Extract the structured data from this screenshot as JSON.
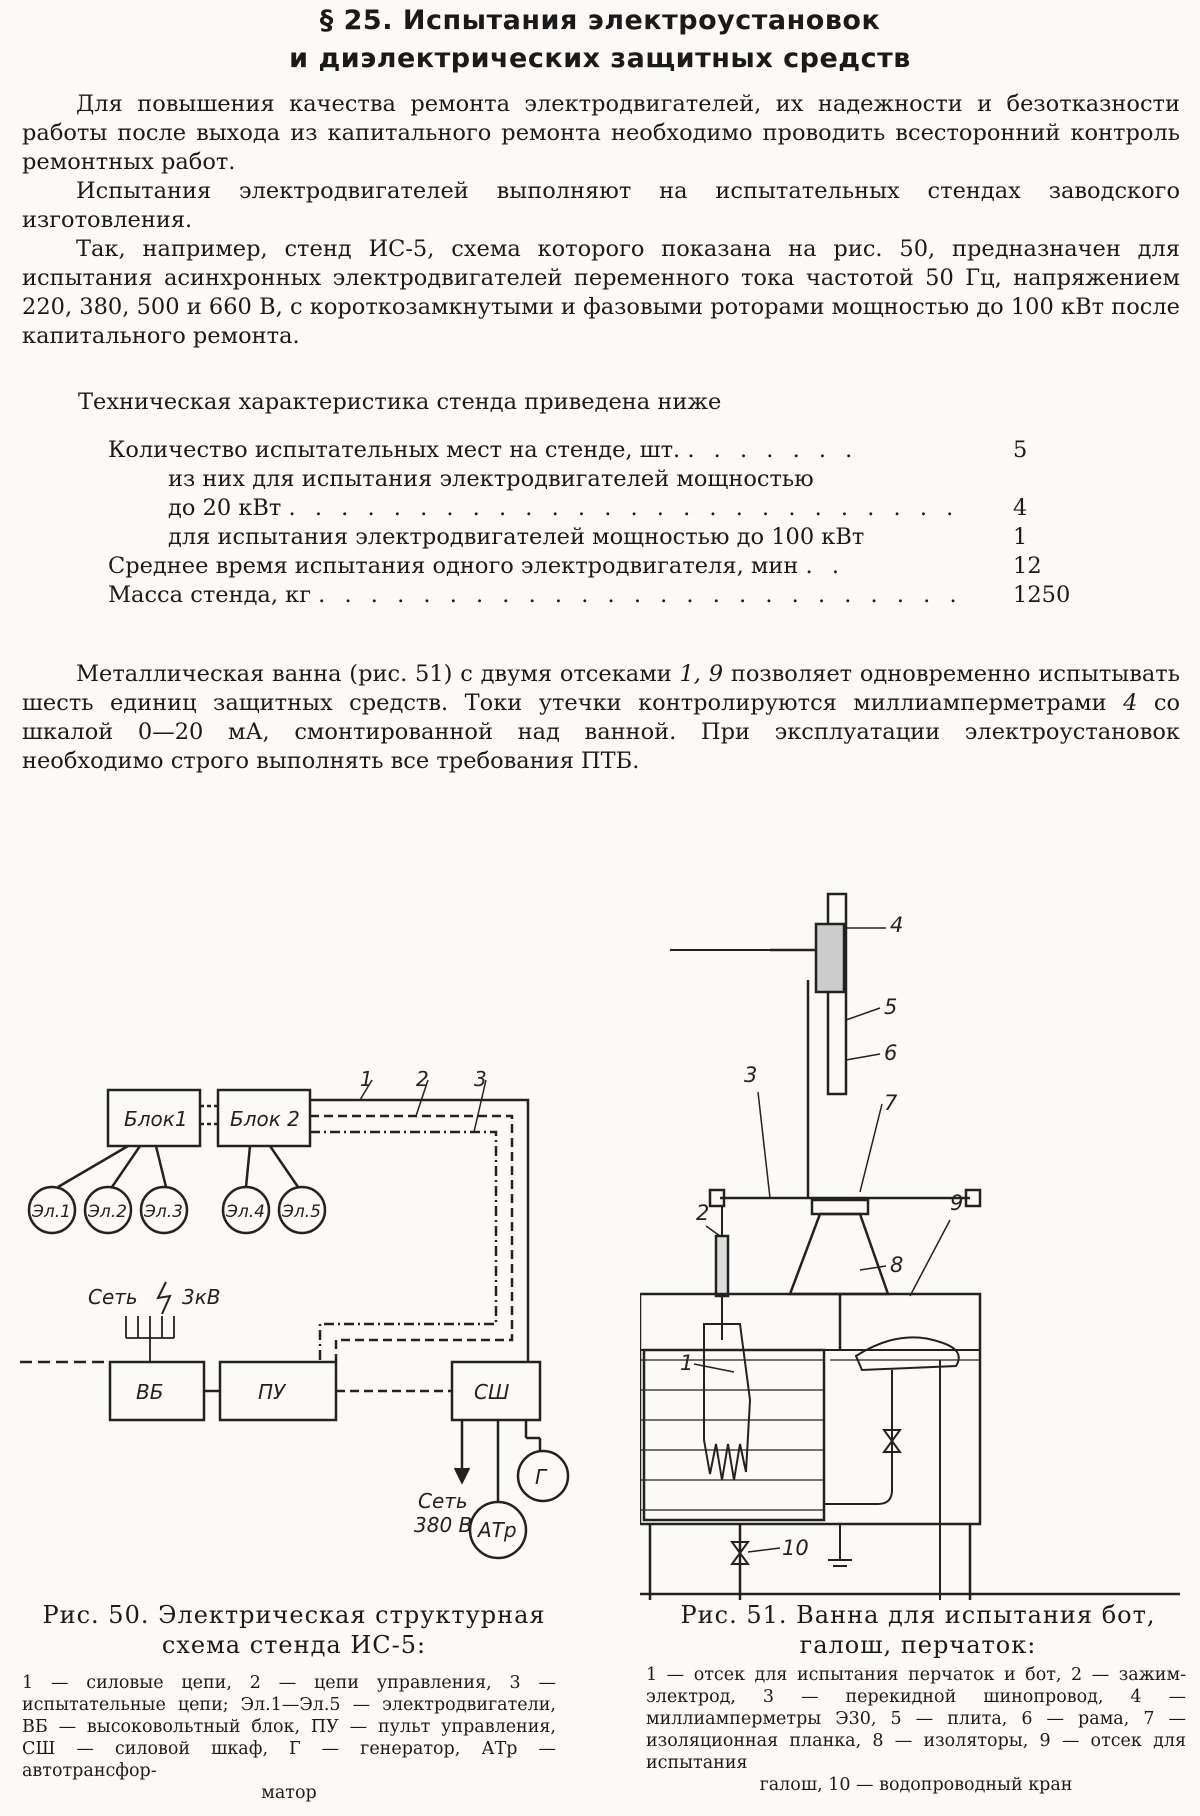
{
  "heading": {
    "line1": "§ 25. Испытания электроустановок",
    "line2": "и диэлектрических защитных средств"
  },
  "paragraphs": {
    "p1": "Для повышения качества ремонта электродвигателей, их надежности и безотказности работы после выхода из капитального ремонта необходимо проводить всесторонний контроль ремонтных работ.",
    "p2": "Испытания электродвигателей выполняют на испытательных стендах заводского изготовления.",
    "p3": "Так, например, стенд ИС-5, схема которого показана на рис. 50, предназначен для испытания асинхронных электродвигателей переменного тока частотой 50 Гц, напряжением 220, 380, 500 и 660 В, с короткозамкнутыми и фазовыми роторами мощностью до 100 кВт после капитального ремонта.",
    "p4_a": "Металлическая ванна (рис. 51) с двумя отсеками ",
    "p4_i1": "1, 9",
    "p4_b": " позволяет одновременно испытывать шесть единиц защитных средств. Токи утечки контролируются миллиамперметрами ",
    "p4_i2": "4",
    "p4_c": " со шкалой 0—20 мА, смонтированной над ванной. При эксплуатации электроустановок необходимо строго выполнять все требования ПТБ."
  },
  "spec": {
    "intro": "Техническая характеристика стенда приведена ниже",
    "rows": [
      {
        "label": "Количество испытательных мест на стенде, шт.",
        "dots": ". . . . . . .",
        "value": "5"
      },
      {
        "label": "из них для испытания электродвигателей мощностью",
        "dots": "",
        "value": ""
      },
      {
        "label": "до 20 кВт",
        "dots": ". . . . . . . . . . . . . . . . . . . . . . . . . . .",
        "value": "4"
      },
      {
        "label": "для испытания электродвигателей мощностью до 100 кВт",
        "dots": "",
        "value": "1"
      },
      {
        "label": "Среднее время испытания одного электродвигателя, мин",
        "dots": ". .",
        "value": "12"
      },
      {
        "label": "Масса стенда, кг",
        "dots": ". . . . . . . . . . . . . . . . . . . . . . . . . . . . .",
        "value": "1250"
      }
    ]
  },
  "fig50": {
    "blocks": {
      "b1": "Блок1",
      "b2": "Блок 2",
      "vb": "ВБ",
      "pu": "ПУ",
      "ssh": "СШ"
    },
    "motors": [
      "Эл.1",
      "Эл.2",
      "Эл.3",
      "Эл.4",
      "Эл.5"
    ],
    "generator": "Г",
    "autotransformer": "АТр",
    "net_hv": "Сеть",
    "net_hv_voltage": "3кВ",
    "net_lv": "Сеть",
    "net_lv_voltage": "380 В",
    "line_numbers": [
      "1",
      "2",
      "3"
    ],
    "caption_title_1": "Рис. 50. Электрическая структурная",
    "caption_title_2": "схема стенда ИС-5:",
    "legend": "1 — силовые цепи, 2 — цепи управления, 3 — испытательные цепи; Эл.1—Эл.5 — электродвигатели, ВБ — высоковольтный блок, ПУ — пульт управления, СШ — силовой шкаф, Г — генератор, АТр — автотрансфор-",
    "legend_last": "матор"
  },
  "fig51": {
    "numbers": [
      "1",
      "2",
      "3",
      "4",
      "5",
      "6",
      "7",
      "8",
      "9",
      "10"
    ],
    "caption_title_1": "Рис. 51. Ванна для испытания бот,",
    "caption_title_2": "галош, перчаток:",
    "legend": "1 — отсек для испытания перчаток и бот, 2 — зажим-электрод, 3 — перекидной шинопровод, 4 — миллиамперметры Э30, 5 — плита, 6 — рама, 7 — изоляционная планка, 8 — изоляторы, 9 — отсек для испытания",
    "legend_last": "галош, 10 — водопроводный кран"
  }
}
